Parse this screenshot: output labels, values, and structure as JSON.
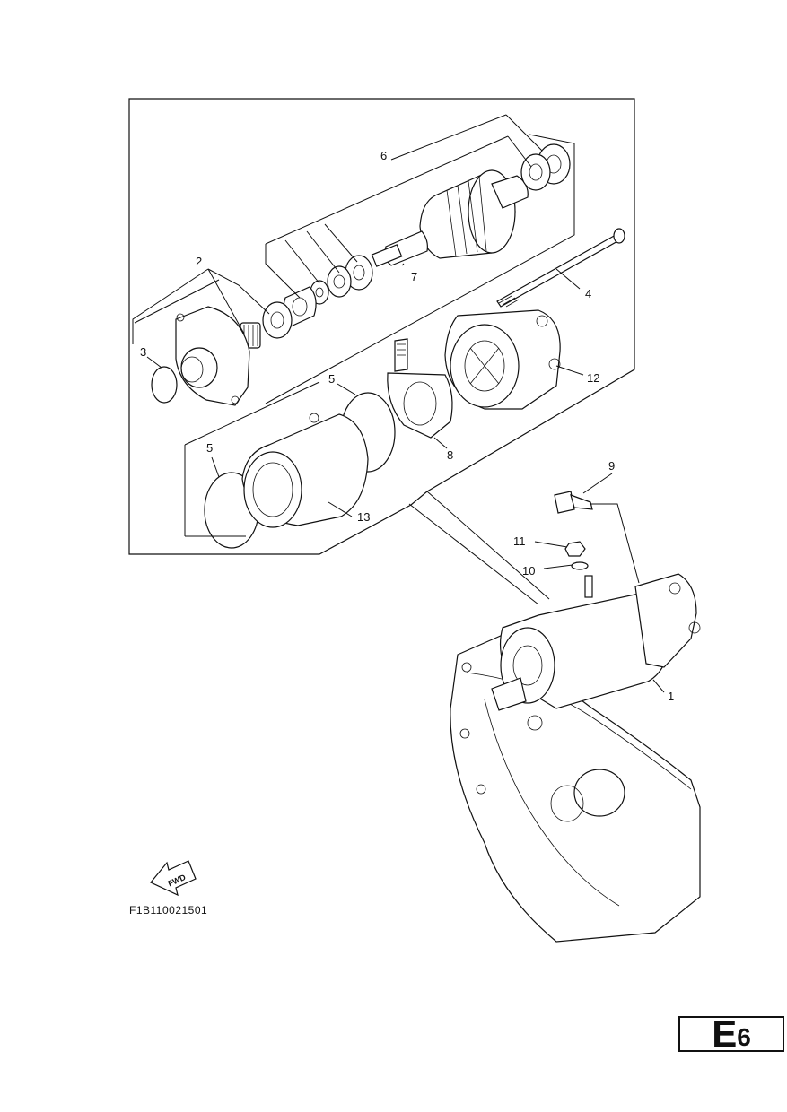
{
  "callouts": [
    "1",
    "2",
    "3",
    "4",
    "5",
    "5",
    "6",
    "7",
    "8",
    "9",
    "10",
    "11",
    "12",
    "13"
  ],
  "fwd_arrow": {
    "text": "FWD",
    "icon": "fwd-arrow-icon"
  },
  "figure_code": "F1B110021501",
  "section_badge": {
    "letter": "E",
    "number": "6"
  }
}
